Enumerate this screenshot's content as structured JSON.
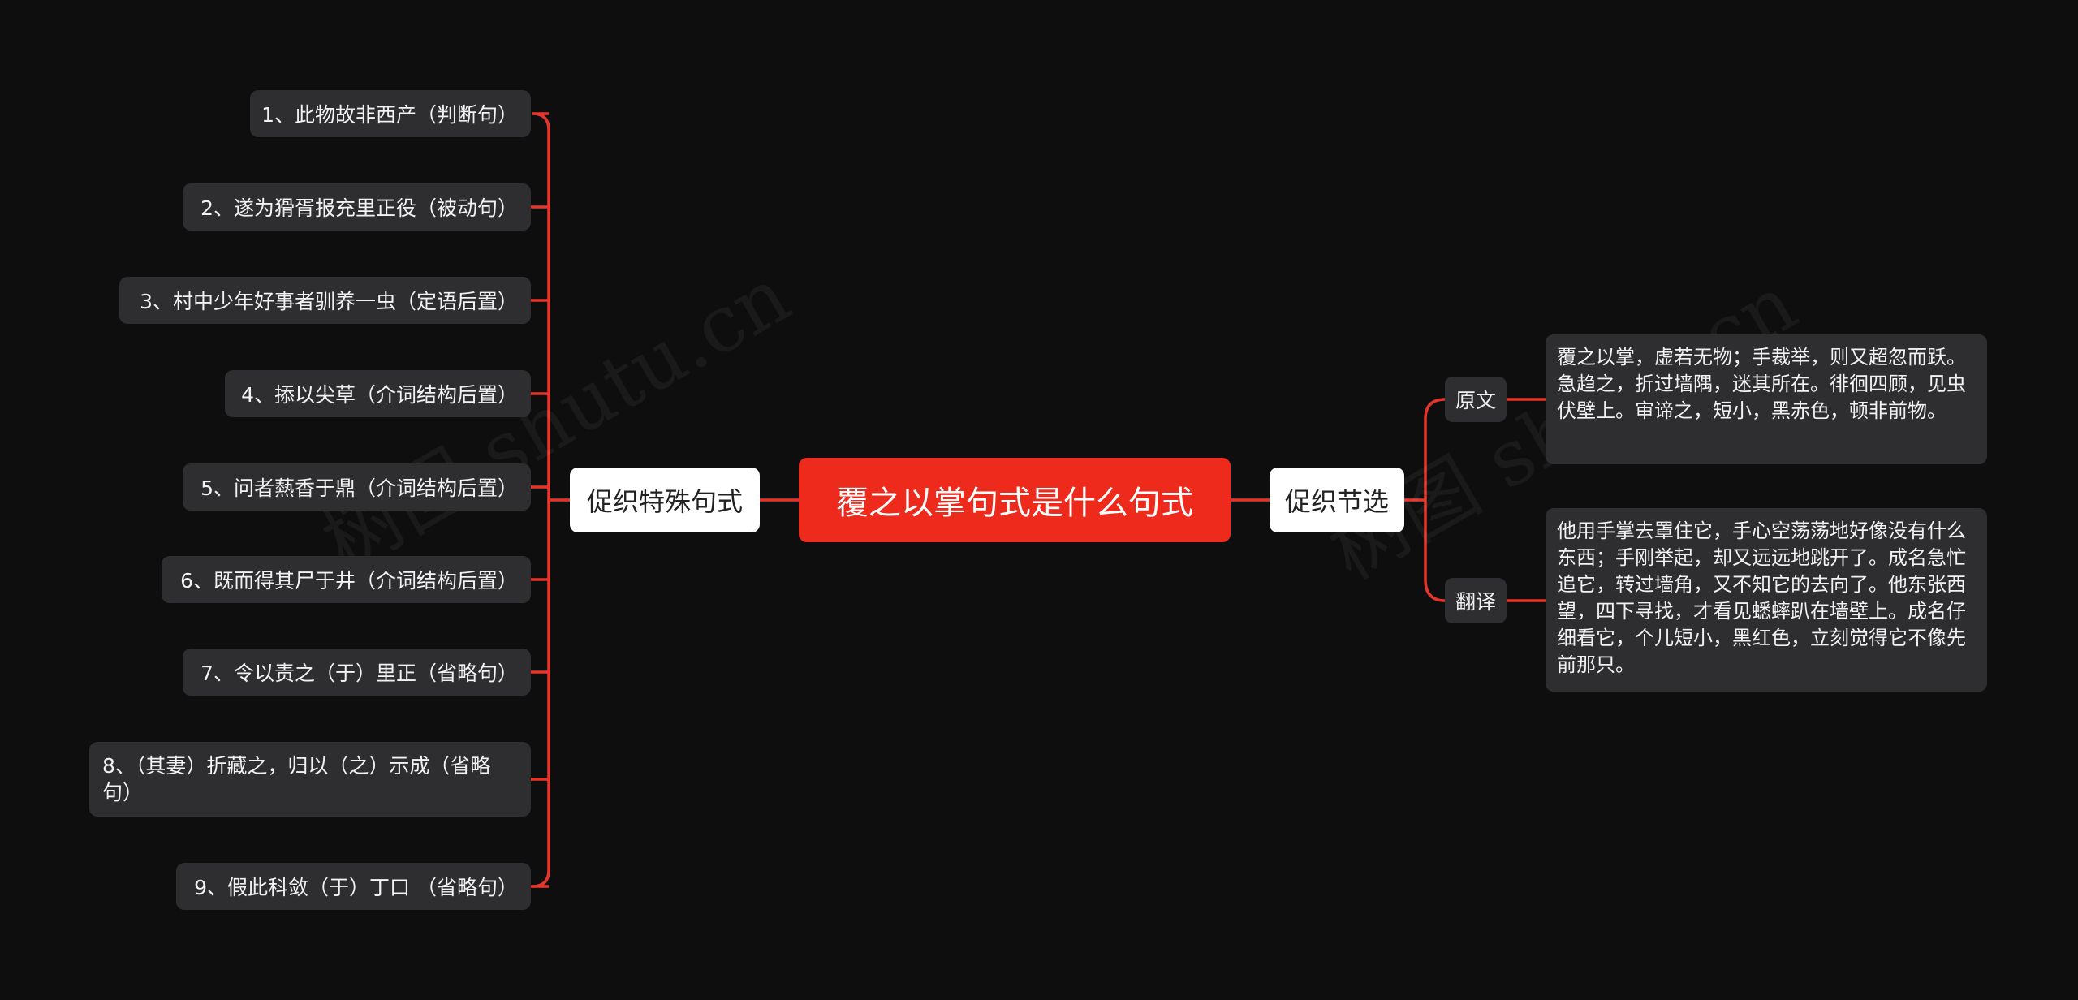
{
  "central": {
    "label": "覆之以掌句式是什么句式"
  },
  "left_branch": {
    "label": "促织特殊句式",
    "items": [
      "1、此物故非西产（判断句）",
      "2、遂为猾胥报充里正役（被动句）",
      "3、村中少年好事者驯养一虫（定语后置）",
      "4、掭以尖草（介词结构后置）",
      "5、问者爇香于鼎（介词结构后置）",
      "6、既而得其尸于井（介词结构后置）",
      "7、令以责之（于）里正（省略句）",
      "8、（其妻）折藏之，归以（之）示成（省略句）",
      "9、假此科敛（于）丁口 （省略句）"
    ]
  },
  "right_branch": {
    "label": "促织节选",
    "children": [
      {
        "label": "原文",
        "text": "覆之以掌，虚若无物；手裁举，则又超忽而跃。急趋之，折过墙隅，迷其所在。徘徊四顾，见虫伏壁上。审谛之，短小，黑赤色，顿非前物。"
      },
      {
        "label": "翻译",
        "text": "他用手掌去罩住它，手心空荡荡地好像没有什么东西；手刚举起，却又远远地跳开了。成名急忙追它，转过墙角，又不知它的去向了。他东张西望，四下寻找，才看见蟋蟀趴在墙壁上。成名仔细看它，个儿短小，黑红色，立刻觉得它不像先前那只。"
      }
    ]
  },
  "watermarks": [
    "树图 shutu.cn",
    "树图 shutu.cn"
  ],
  "colors": {
    "background": "#0e0e0f",
    "accent": "#ee2a1c",
    "connector": "#e8352b",
    "leaf_bg": "#2e2e31"
  }
}
